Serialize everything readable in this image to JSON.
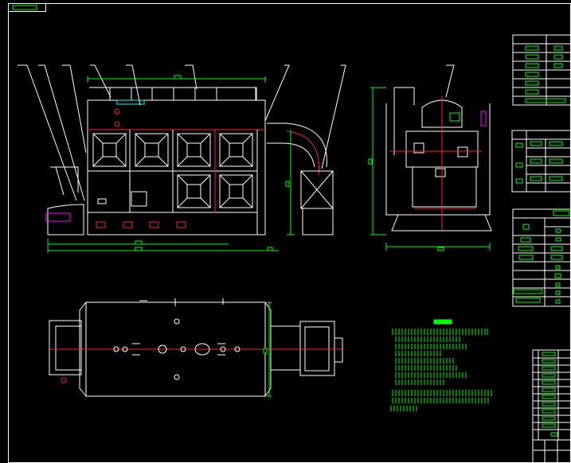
{
  "drawing": {
    "background": "#000000",
    "colors": {
      "outline": "#ffffff",
      "dimension": "#00ff00",
      "centerline": "#ff2020",
      "highlight": "#00ffff",
      "accent": "#ff00ff"
    },
    "views": [
      "front-view",
      "side-view",
      "top-view",
      "technical-notes",
      "parameter-table",
      "parts-list"
    ]
  }
}
